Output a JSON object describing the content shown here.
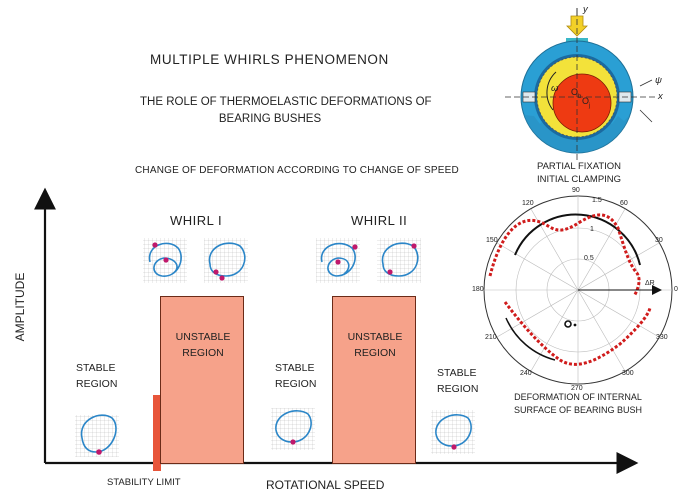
{
  "title": "MULTIPLE  WHIRLS  PHENOMENON",
  "subtitle_line1": "THE  ROLE OF THERMOELASTIC DEFORMATIONS OF",
  "subtitle_line2": "BEARING BUSHES",
  "change_label": "CHANGE OF DEFORMATION ACCORDING TO  CHANGE OF SPEED",
  "whirl1": "WHIRL I",
  "whirl2": "WHIRL  II",
  "stable1_l1": "STABLE",
  "stable1_l2": "REGION",
  "unstable1_l1": "UNSTABLE",
  "unstable1_l2": "REGION",
  "stable2_l1": "STABLE",
  "stable2_l2": "REGION",
  "unstable2_l1": "UNSTABLE",
  "unstable2_l2": "REGION",
  "stable3_l1": "STABLE",
  "stable3_l2": "REGION",
  "stability_limit": "STABILITY  LIMIT",
  "x_axis": "ROTATIONAL SPEED",
  "y_axis": "AMPLITUDE",
  "fixation_l1": "PARTIAL FIXATION",
  "fixation_l2": "INITIAL  CLAMPING",
  "deformation_l1": "DEFORMATION OF INTERNAL",
  "deformation_l2": "SURFACE OF BEARING BUSH",
  "bearing_labels": {
    "y": "y",
    "x": "x",
    "psi": "ψ",
    "omega": "ω",
    "ob": "O",
    "ob_sub": "b",
    "oj": "O",
    "oj_sub": "j"
  },
  "polar_angles": [
    "90",
    "60",
    "30",
    "0",
    "330",
    "300",
    "270",
    "240",
    "210",
    "180",
    "150",
    "120"
  ],
  "polar_radii": [
    "1.5",
    "1",
    "0.5"
  ],
  "polar_dr": "ΔR",
  "colors": {
    "box": "#f6a28a",
    "orbit": "#2b86c8",
    "dot": "#c0196b",
    "limit": "#e8553a",
    "deform": "#d01c1c"
  }
}
